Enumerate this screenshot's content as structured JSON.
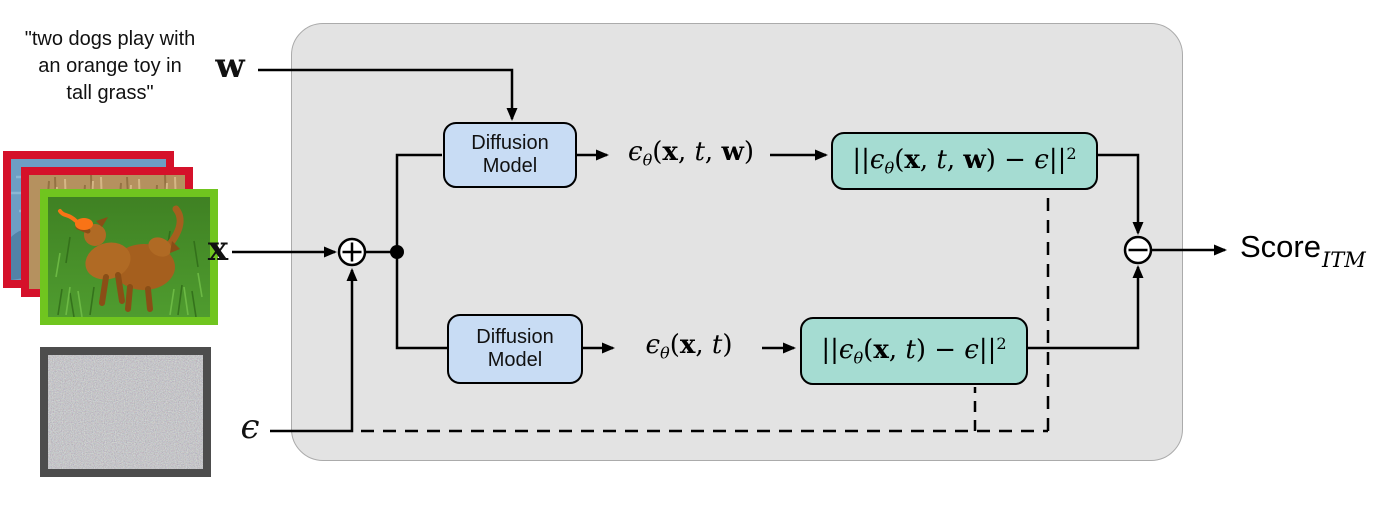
{
  "figure": {
    "caption": "\"two dogs play with\nan orange toy in\ntall grass\"",
    "labels": {
      "w": "w",
      "x": "x",
      "epsilon": "ϵ"
    },
    "boxes": {
      "diffusion_model_top": "Diffusion\nModel",
      "diffusion_model_bottom": "Diffusion\nModel"
    },
    "formulas": {
      "eps_cond": [
        {
          "t": "ϵ",
          "s": "it"
        },
        {
          "t": "θ",
          "s": "sub"
        },
        {
          "t": "(",
          "s": "n"
        },
        {
          "t": "x",
          "s": "bf"
        },
        {
          "t": ", ",
          "s": "n"
        },
        {
          "t": "t",
          "s": "it"
        },
        {
          "t": ", ",
          "s": "n"
        },
        {
          "t": "w",
          "s": "bf"
        },
        {
          "t": ")",
          "s": "n"
        }
      ],
      "loss_cond": [
        {
          "t": "||",
          "s": "n"
        },
        {
          "t": "ϵ",
          "s": "it"
        },
        {
          "t": "θ",
          "s": "sub"
        },
        {
          "t": "(",
          "s": "n"
        },
        {
          "t": "x",
          "s": "bf"
        },
        {
          "t": ", ",
          "s": "n"
        },
        {
          "t": "t",
          "s": "it"
        },
        {
          "t": ", ",
          "s": "n"
        },
        {
          "t": "w",
          "s": "bf"
        },
        {
          "t": ")",
          "s": "n"
        },
        {
          "t": " − ",
          "s": "n"
        },
        {
          "t": "ϵ",
          "s": "it"
        },
        {
          "t": "||",
          "s": "n"
        },
        {
          "t": "2",
          "s": "sup"
        }
      ],
      "eps_uncond": [
        {
          "t": "ϵ",
          "s": "it"
        },
        {
          "t": "θ",
          "s": "sub"
        },
        {
          "t": "(",
          "s": "n"
        },
        {
          "t": "x",
          "s": "bf"
        },
        {
          "t": ", ",
          "s": "n"
        },
        {
          "t": "t",
          "s": "it"
        },
        {
          "t": ")",
          "s": "n"
        }
      ],
      "loss_uncond": [
        {
          "t": "||",
          "s": "n"
        },
        {
          "t": "ϵ",
          "s": "it"
        },
        {
          "t": "θ",
          "s": "sub"
        },
        {
          "t": "(",
          "s": "n"
        },
        {
          "t": "x",
          "s": "bf"
        },
        {
          "t": ", ",
          "s": "n"
        },
        {
          "t": "t",
          "s": "it"
        },
        {
          "t": ")",
          "s": "n"
        },
        {
          "t": " − ",
          "s": "n"
        },
        {
          "t": "ϵ",
          "s": "it"
        },
        {
          "t": "||",
          "s": "n"
        },
        {
          "t": "2",
          "s": "sup"
        }
      ]
    },
    "score": {
      "base": "Score",
      "subscript": "ITM"
    },
    "nodes": {
      "add": "⊕",
      "subtract": "⊖"
    },
    "colors": {
      "panel_fill": "#e3e3e3",
      "panel_border": "#ababab",
      "diffusion_box_fill": "#c8dcf4",
      "loss_box_fill": "#a5dcd2",
      "box_border": "#000000",
      "wire": "#000000",
      "image_frame_red": "#d5112a",
      "image_frame_green": "#70c51f",
      "noise_frame_gray": "#4d4d4d"
    }
  }
}
